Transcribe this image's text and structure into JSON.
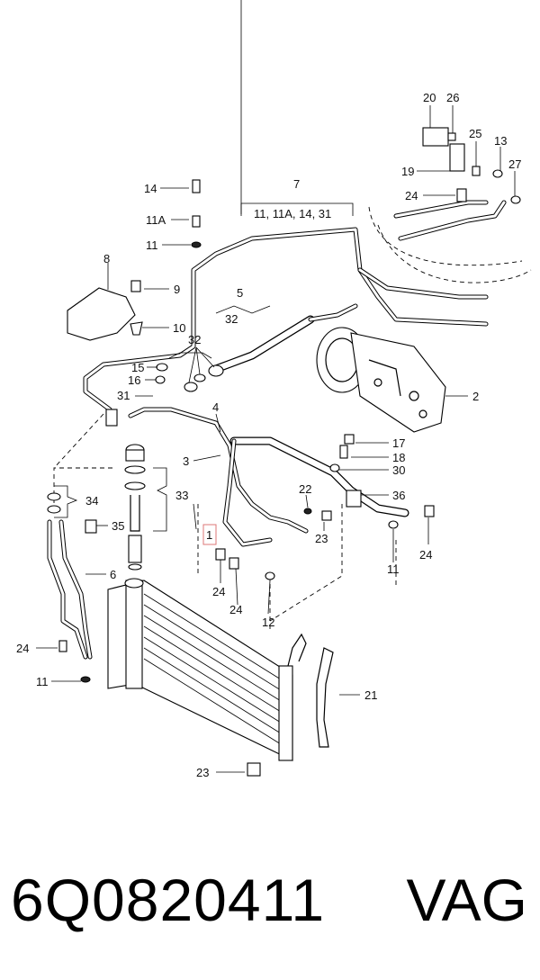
{
  "callouts": {
    "c1": "1",
    "c2": "2",
    "c3": "3",
    "c4": "4",
    "c5": "5",
    "c6": "6",
    "c7": "7",
    "c8": "8",
    "c9": "9",
    "c10": "10",
    "c11a": "11",
    "c11b": "11",
    "c11c": "11",
    "c11A": "11A",
    "c12": "12",
    "c13": "13",
    "c14": "14",
    "c15": "15",
    "c16": "16",
    "c17": "17",
    "c18": "18",
    "c19": "19",
    "c20": "20",
    "c21": "21",
    "c22": "22",
    "c23a": "23",
    "c23b": "23",
    "c24a": "24",
    "c24b": "24",
    "c24c": "24",
    "c24d": "24",
    "c24e": "24",
    "c25": "25",
    "c26": "26",
    "c27": "27",
    "c30": "30",
    "c31": "31",
    "c32a": "32",
    "c32b": "32",
    "c33": "33",
    "c34": "34",
    "c35": "35",
    "c36": "36"
  },
  "groups": {
    "g7": "11, 11A, 14, 31"
  },
  "footer": {
    "part_number": "6Q0820411",
    "brand": "VAG"
  }
}
